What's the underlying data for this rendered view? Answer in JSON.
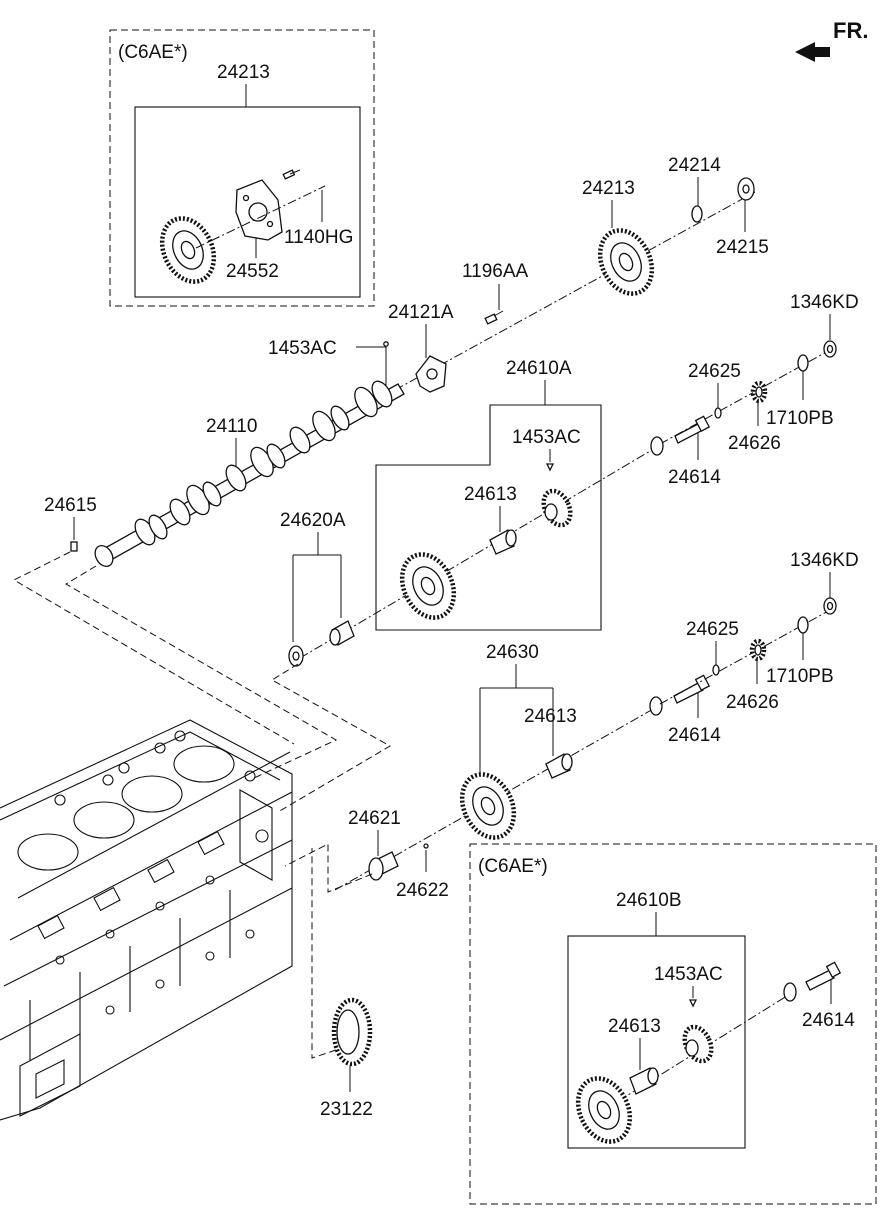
{
  "header": {
    "front_label": "FR."
  },
  "variant_boxes": [
    {
      "label": "(C6AE*)",
      "assembly": "24213",
      "parts": [
        "1140HG",
        "24552"
      ]
    },
    {
      "label": "(C6AE*)",
      "assembly": "24610B",
      "parts": [
        "1453AC",
        "24613",
        "24614"
      ]
    }
  ],
  "callouts": {
    "c24213_main": "24213",
    "c24214": "24214",
    "c24215": "24215",
    "c1196AA": "1196AA",
    "c24121A": "24121A",
    "c1453AC_cam": "1453AC",
    "c1346KD_top": "1346KD",
    "c24610A": "24610A",
    "c24625_top": "24625",
    "c1710PB_top": "1710PB",
    "c24110": "24110",
    "c1453AC_idler": "1453AC",
    "c24626_top": "24626",
    "c24614_top": "24614",
    "c24615": "24615",
    "c24613_idler": "24613",
    "c24620A": "24620A",
    "c1346KD_mid": "1346KD",
    "c24625_mid": "24625",
    "c24630": "24630",
    "c1710PB_mid": "1710PB",
    "c24613_mid": "24613",
    "c24626_mid": "24626",
    "c24614_mid": "24614",
    "c24621": "24621",
    "c24622": "24622",
    "c23122": "23122"
  }
}
